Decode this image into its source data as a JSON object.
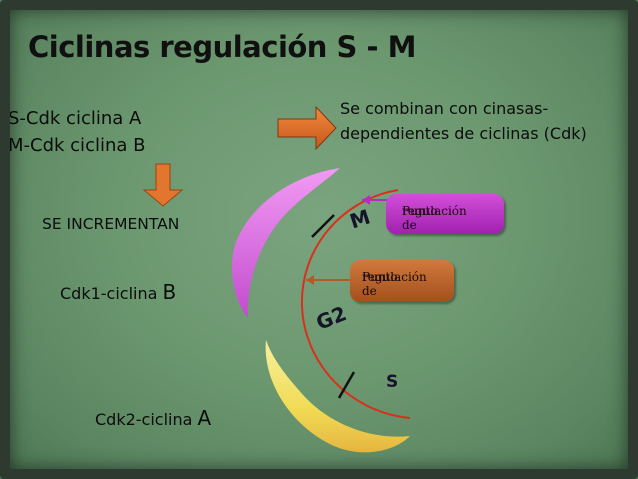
{
  "slide": {
    "title": "Ciclinas regulación S - M",
    "left_text": {
      "line1": "S-Cdk ciclina A",
      "line2": "M-Cdk ciclina B"
    },
    "right_text": "Se combinan con cinasas-dependientes de ciclinas (Cdk)",
    "increment_label": "SE INCREMENTAN",
    "cdk1": {
      "prefix": "Cdk1-ciclina ",
      "letter": "B"
    },
    "cdk2": {
      "prefix": "Cdk2-ciclina ",
      "letter": "A"
    }
  },
  "diagram": {
    "phases": {
      "m": "M",
      "g2": "G2",
      "s": "S"
    },
    "checkpoints": {
      "m": {
        "line1": "Punto de",
        "line2": "regulación"
      },
      "g2": {
        "line1": "Punto de",
        "line2": "regulación"
      }
    }
  },
  "colors": {
    "background": "#6c9870",
    "arrow_orange": "#e2762e",
    "cycle_line": "#d8301e",
    "checkpoint_m": "#b52cc2",
    "checkpoint_g2": "#b55a24",
    "arc_magenta": "#e070e8",
    "arc_yellow": "#f2e66a"
  },
  "icons": [
    "arrow-right-icon",
    "arrow-down-icon"
  ]
}
